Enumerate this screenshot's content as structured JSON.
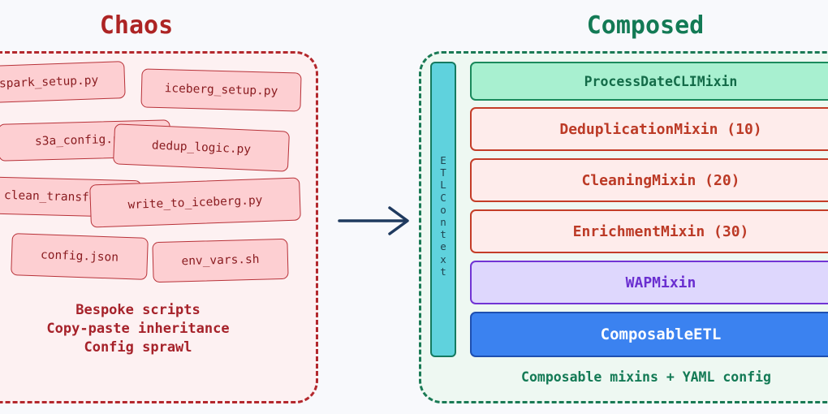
{
  "chaos": {
    "title": "Chaos",
    "files": [
      "spark_setup.py",
      "iceberg_setup.py",
      "s3a_config.py",
      "dedup_logic.py",
      "clean_transform.py",
      "write_to_iceberg.py",
      "config.json",
      "env_vars.sh"
    ],
    "captions": [
      "Bespoke scripts",
      "Copy-paste inheritance",
      "Config sprawl"
    ]
  },
  "composed": {
    "title": "Composed",
    "context_label": "ETLContext",
    "mixins": [
      "ProcessDateCLIMixin",
      "DeduplicationMixin (10)",
      "CleaningMixin (20)",
      "EnrichmentMixin (30)",
      "WAPMixin",
      "ComposableETL"
    ],
    "caption": "Composable mixins + YAML config"
  },
  "colors": {
    "chaos_accent": "#b3282d",
    "composed_accent": "#1a7a55",
    "context_bar": "#5fd2dd",
    "process_mixin": "#a8f0d0",
    "step_mixin": "#feeceb",
    "wap_mixin": "#ded7fd",
    "base_class": "#3b82f0",
    "arrow": "#1f3a5f"
  },
  "icons": {
    "transition": "arrow-right-icon"
  }
}
